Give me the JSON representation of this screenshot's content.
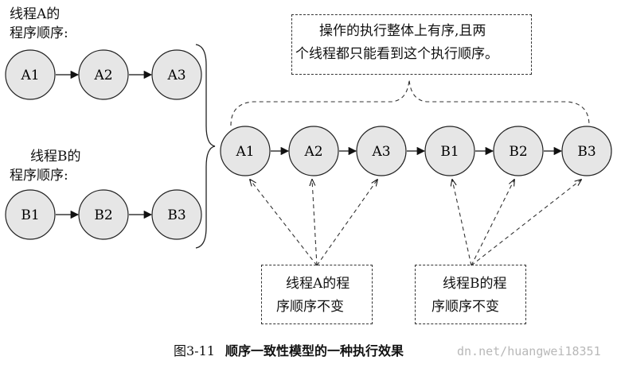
{
  "thread_a_label": [
    "线程A的",
    "程序顺序:"
  ],
  "thread_b_label": [
    "线程B的",
    "程序顺序:"
  ],
  "thread_a_nodes": [
    "A1",
    "A2",
    "A3"
  ],
  "thread_b_nodes": [
    "B1",
    "B2",
    "B3"
  ],
  "merged_nodes": [
    "A1",
    "A2",
    "A3",
    "B1",
    "B2",
    "B3"
  ],
  "top_note": [
    "操作的执行整体上有序,且两",
    "个线程都只能看到这个执行顺序。"
  ],
  "note_a": [
    "线程A的程",
    "序顺序不变"
  ],
  "note_b": [
    "线程B的程",
    "序顺序不变"
  ],
  "caption": {
    "figure": "图3-11",
    "title": "顺序一致性模型的一种执行效果",
    "watermark": "dn.net/huangwei18351"
  },
  "colors": {
    "node_fill": "#e6e6e6",
    "stroke": "#222222"
  }
}
